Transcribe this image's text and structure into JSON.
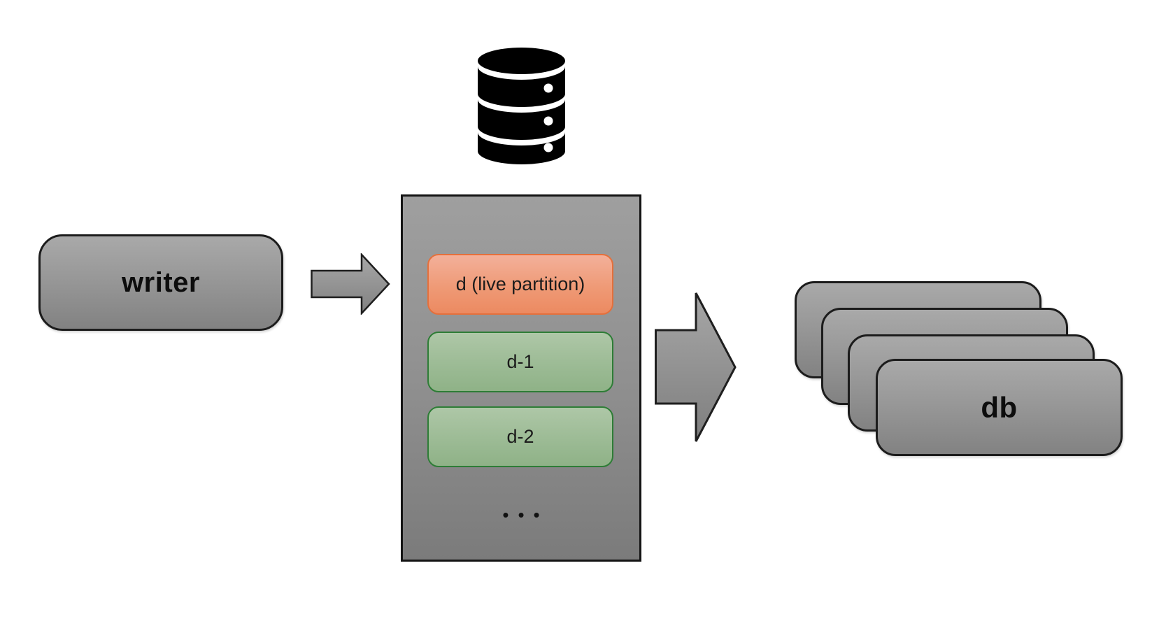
{
  "canvas": {
    "background_color": "#ffffff"
  },
  "writer_box": {
    "label": "writer",
    "fill": "#989898",
    "border_color": "#1c1c1c"
  },
  "database_icon": {
    "name": "database-cylinder-icon",
    "color": "#000000",
    "segments": 3
  },
  "arrows": {
    "small_arrow": "right-block-arrow",
    "large_arrow": "right-block-arrow",
    "fill": "#8f8f8f",
    "border_color": "#1f1f1f"
  },
  "partition_container": {
    "fill": "#8f8f8f",
    "border_color": "#141414",
    "partitions": [
      {
        "label": "d (live partition)",
        "type": "live",
        "fill": "#ef9a76",
        "border_color": "#e4703c"
      },
      {
        "label": "d-1",
        "type": "archived",
        "fill": "#9cbb95",
        "border_color": "#2e7d36"
      },
      {
        "label": "d-2",
        "type": "archived",
        "fill": "#9cbb95",
        "border_color": "#2e7d36"
      }
    ],
    "ellipsis": "•••"
  },
  "db_stack": {
    "label": "db",
    "box_count": 4,
    "fill": "#989898",
    "border_color": "#1c1c1c"
  }
}
